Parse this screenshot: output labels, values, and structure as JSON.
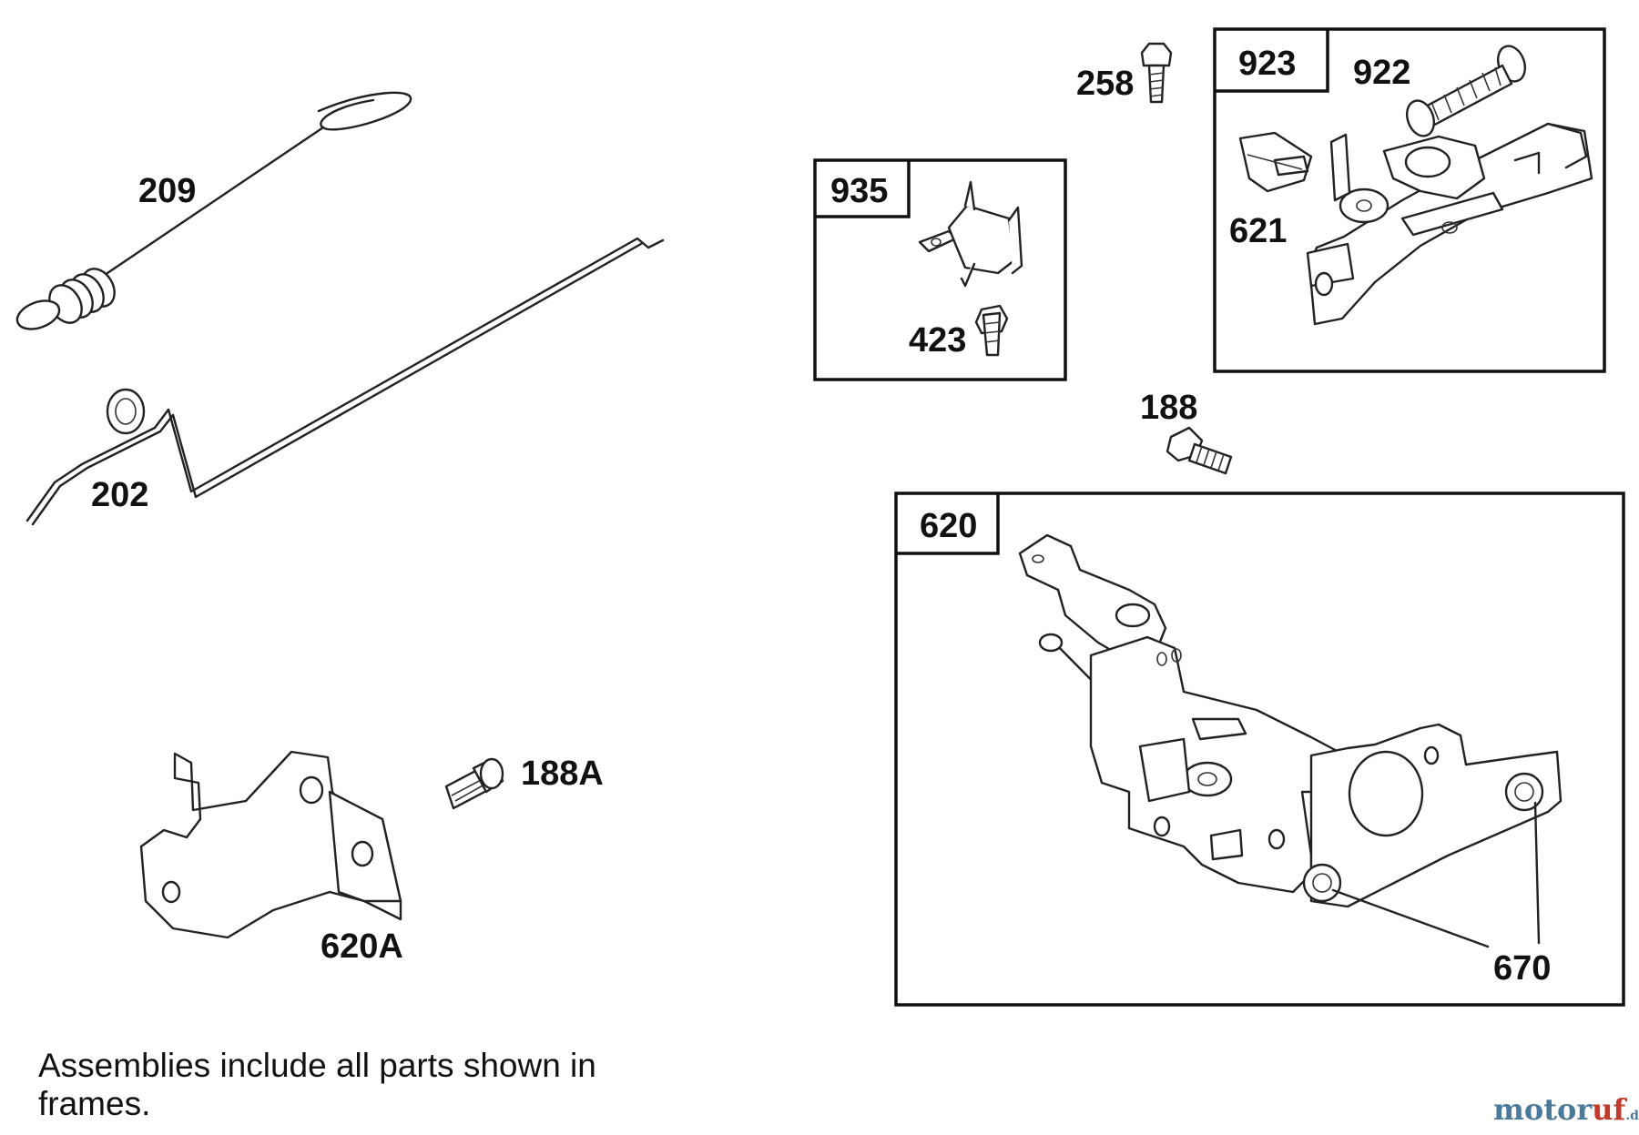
{
  "labels": {
    "p209": "209",
    "p202": "202",
    "p188A": "188A",
    "p620A": "620A",
    "p258": "258",
    "p935": "935",
    "p423": "423",
    "p923": "923",
    "p922": "922",
    "p621": "621",
    "p188": "188",
    "p620": "620",
    "p670": "670"
  },
  "note": "Assemblies include all parts shown in frames.",
  "watermark": {
    "main": "motor",
    "accent": "uf",
    "suffix": ".de"
  },
  "icons": [
    "spring-icon",
    "throttle-link-icon",
    "bolt-icon",
    "bracket-icon",
    "governor-control-icon",
    "control-plate-icon"
  ]
}
